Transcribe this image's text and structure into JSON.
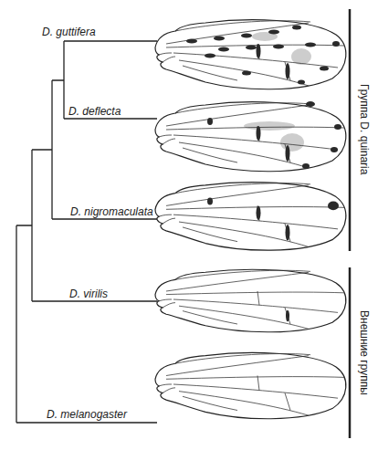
{
  "diagram": {
    "labels": [
      "D. guttifera",
      "D. deflecta",
      "D. nigromaculata",
      "D. virilis",
      "D. melanogaster",
      "Группа D. quinaria",
      "Внешние группы"
    ]
  }
}
